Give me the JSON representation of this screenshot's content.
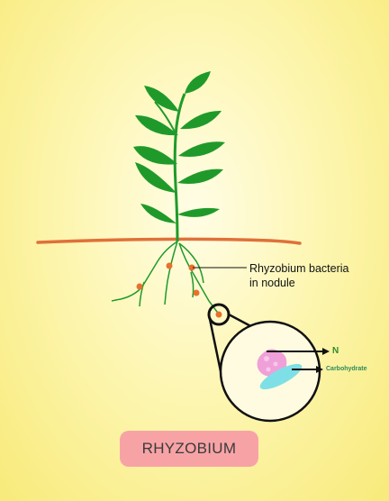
{
  "diagram": {
    "title": "RHYZOBIUM",
    "bacteria_label_line1": "Rhyzobium bacteria",
    "bacteria_label_line2": "in nodule",
    "nitrogen_label": "N",
    "carbohydrate_label": "Carbohydrate"
  },
  "colors": {
    "leaf": "#1f9a2a",
    "soil_line": "#e0703a",
    "nodule": "#e8702e",
    "bacteria": "#f0a0d8",
    "carbohydrate": "#7ee0e6"
  }
}
